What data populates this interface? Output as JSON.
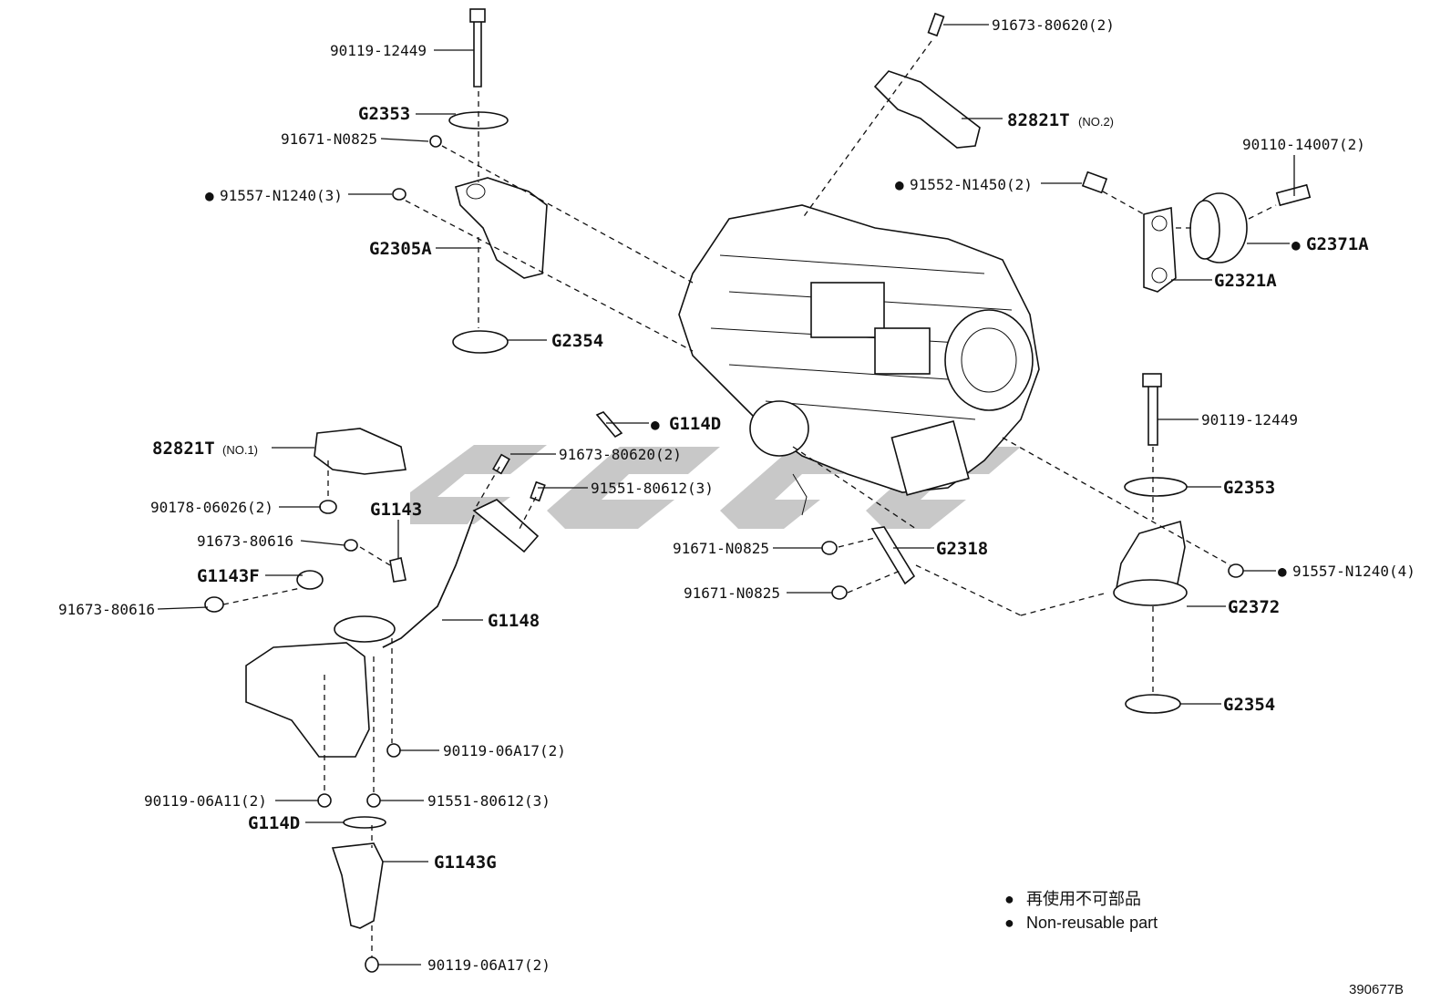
{
  "diagram_id": "390677B",
  "legend": {
    "bullet": "●",
    "rows": [
      "再使用不可部品",
      "Non-reusable part"
    ]
  },
  "labels": {
    "bolt_90119_12449_a": "90119-12449",
    "g2353_a": "G2353",
    "bolt_91671_n0825_a": "91671-N0825",
    "bolt_91557_n1240_3": "91557-N1240(3)",
    "g2305a": "G2305A",
    "g2354_a": "G2354",
    "bolt_91673_80620_top": "91673-80620(2)",
    "part_82821t_main": "82821T",
    "part_82821t_no2": "(NO.2)",
    "bolt_90110_14007": "90110-14007(2)",
    "bolt_91552_n1450": "91552-N1450(2)",
    "g2371a": "G2371A",
    "g2321a": "G2321A",
    "bolt_90119_12449_b": "90119-12449",
    "g2353_b": "G2353",
    "bolt_91557_n1240_4": "91557-N1240(4)",
    "g2372": "G2372",
    "g2354_b": "G2354",
    "g2318": "G2318",
    "bolt_91671_n0825_b": "91671-N0825",
    "bolt_91671_n0825_c": "91671-N0825",
    "g114d_top": "G114D",
    "bolt_91673_80620_mid": "91673-80620(2)",
    "bolt_91551_80612_top": "91551-80612(3)",
    "part_82821t_no1_main": "82821T",
    "part_82821t_no1": "(NO.1)",
    "nut_90178_06026": "90178-06026(2)",
    "g1143": "G1143",
    "bolt_91673_80616_a": "91673-80616",
    "g1143f": "G1143F",
    "bolt_91673_80616_b": "91673-80616",
    "g1148": "G1148",
    "bolt_90119_06a17_a": "90119-06A17(2)",
    "bolt_90119_06a11": "90119-06A11(2)",
    "bolt_91551_80612_bot": "91551-80612(3)",
    "g114d_bot": "G114D",
    "g1143g": "G1143G",
    "bolt_90119_06a17_b": "90119-06A17(2)"
  },
  "non_reusable_marks": [
    "bolt_91557_n1240_3",
    "bolt_91552_n1450",
    "g2371a",
    "g114d_top",
    "bolt_91557_n1240_4"
  ]
}
